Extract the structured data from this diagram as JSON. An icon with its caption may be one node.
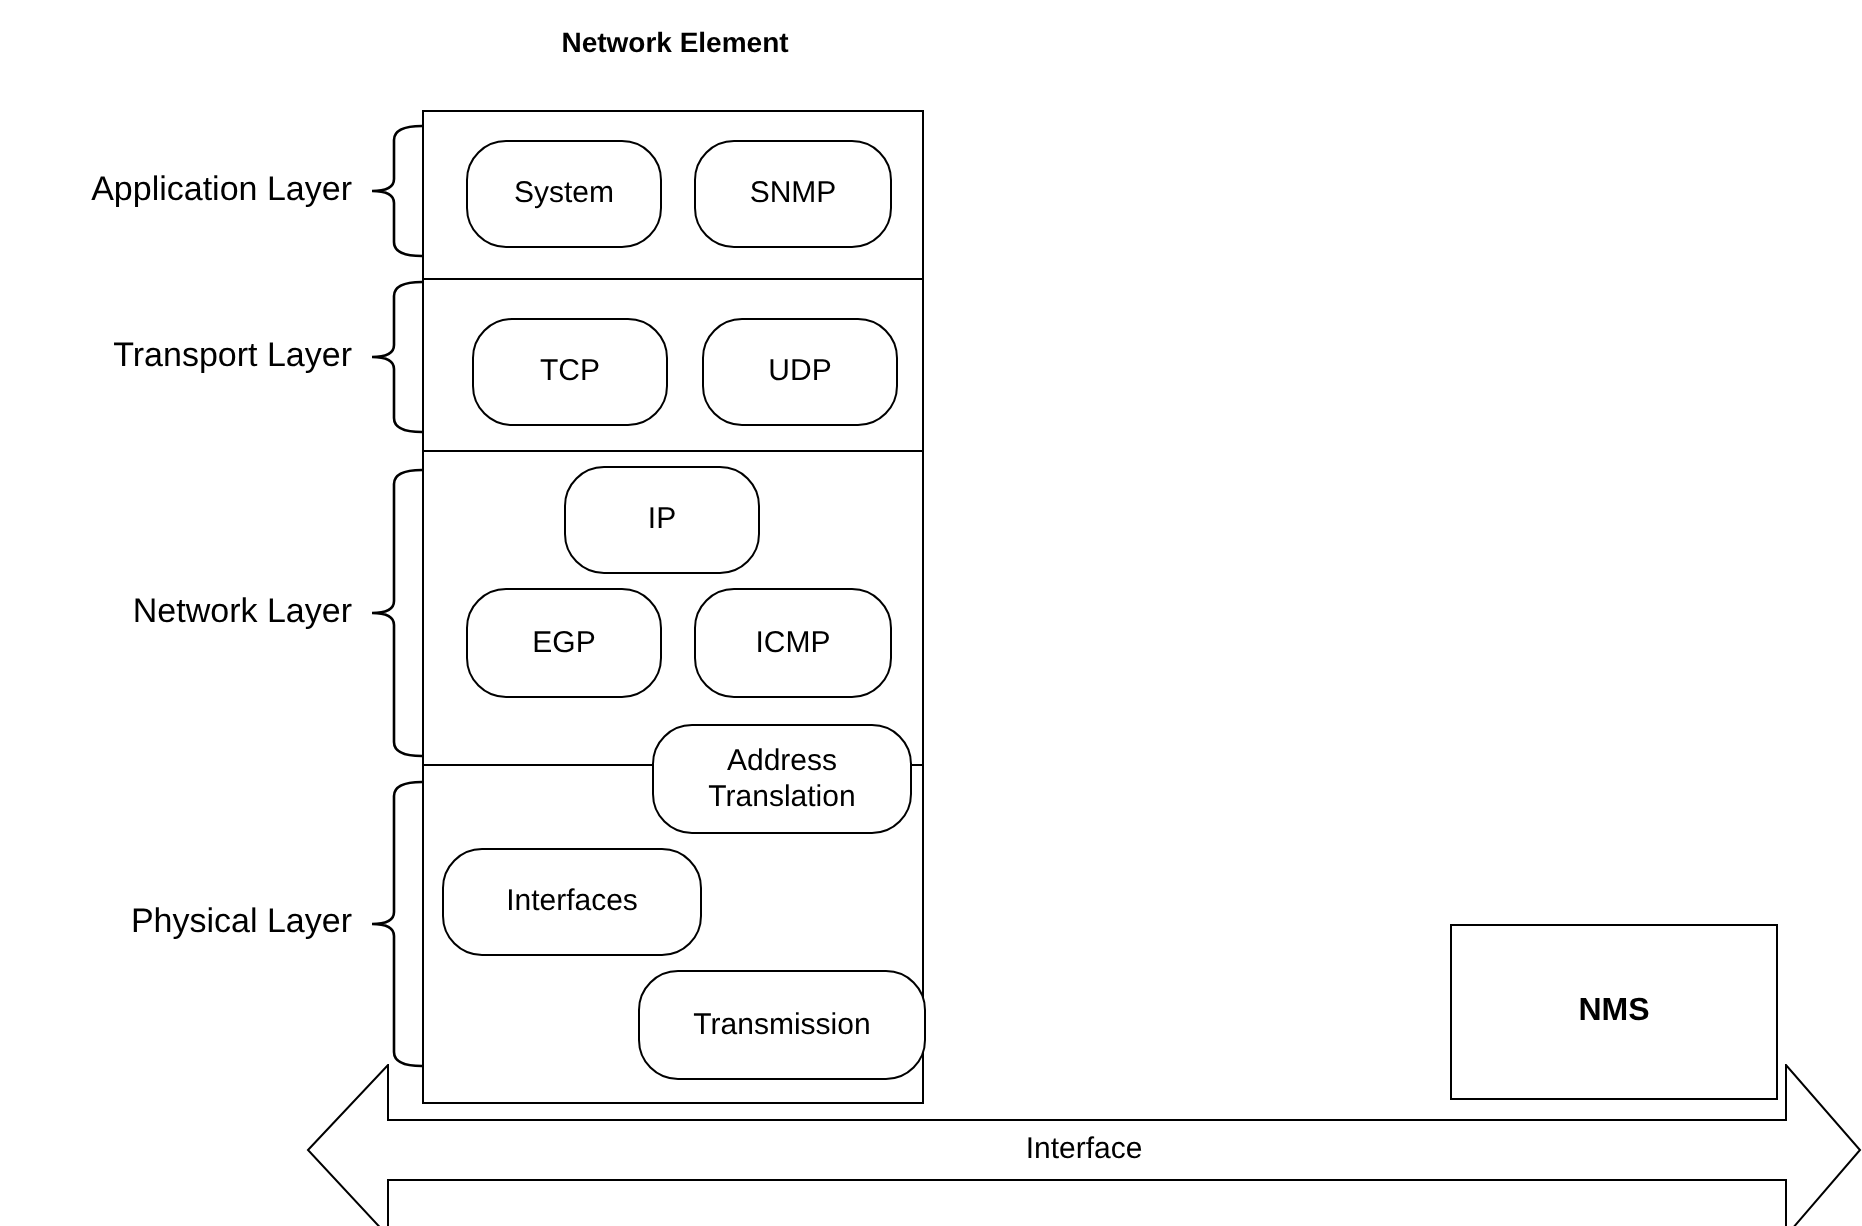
{
  "diagram": {
    "nodes": [
      {
        "text": [
          "Network Element"
        ]
      },
      {
        "text": [
          "System"
        ],
        "in": 0
      },
      {
        "text": [
          "SNMP"
        ],
        "in": 0
      },
      {
        "text": [
          "TCP"
        ],
        "in": 0
      },
      {
        "text": [
          "UDP"
        ],
        "in": 0
      },
      {
        "text": [
          "IP"
        ],
        "in": 0
      },
      {
        "text": [
          "EGP"
        ],
        "in": 0
      },
      {
        "text": [
          "ICMP"
        ],
        "in": 0
      },
      {
        "text": [
          "Address Translation"
        ],
        "in": 0
      },
      {
        "text": [
          "Interfaces"
        ],
        "in": 0
      },
      {
        "text": [
          "Transmission"
        ],
        "in": 0
      },
      {
        "text": [
          "NMS"
        ]
      },
      {
        "text": [
          "Interface"
        ]
      }
    ],
    "labels": [
      "Application Layer",
      "Transport Layer",
      "Network Layer",
      "Physical Layer"
    ]
  }
}
